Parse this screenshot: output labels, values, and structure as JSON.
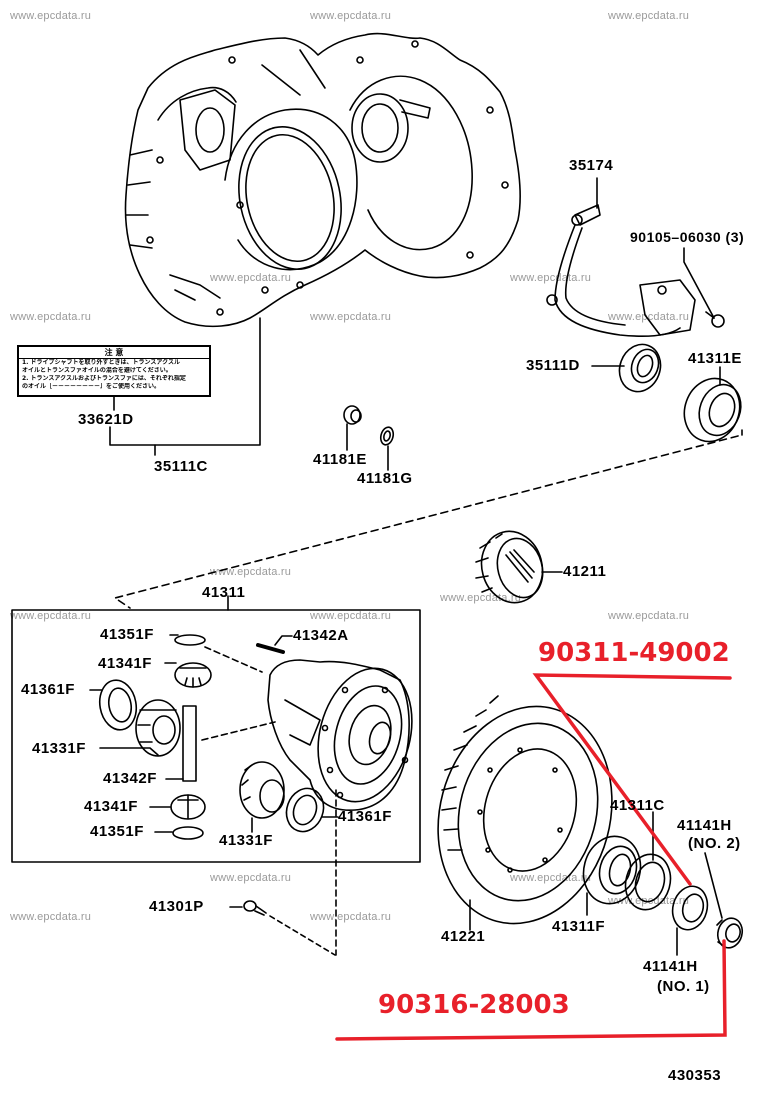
{
  "watermark": "www.epcdata.ru",
  "diagram_id": "430353",
  "colors": {
    "annotation": "#e8202a",
    "line": "#000000",
    "watermark": "#9a9a9a"
  },
  "caution_label": {
    "title": "注 意",
    "lines": [
      "1. ドライブシャフトを取り外すときは、トランスアクスル",
      "   オイルとトランスファオイルの混合を避けてください。",
      "2. トランスアクスルおよびトランスファには、それぞれ指定",
      "   のオイル［－－－－－－－－］をご使用ください。"
    ]
  },
  "part_labels": {
    "p35174": "35174",
    "p90105": "90105–06030 (3)",
    "p35111D": "35111D",
    "p41311E": "41311E",
    "p33621D": "33621D",
    "p35111C": "35111C",
    "p41181E": "41181E",
    "p41181G": "41181G",
    "p41211": "41211",
    "p41311": "41311",
    "p41351F_a": "41351F",
    "p41342A": "41342A",
    "p41341F_a": "41341F",
    "p41361F_a": "41361F",
    "p41331F_a": "41331F",
    "p41342F": "41342F",
    "p41341F_b": "41341F",
    "p41351F_b": "41351F",
    "p41331F_b": "41331F",
    "p41361F_b": "41361F",
    "p41301P": "41301P",
    "p41221": "41221",
    "p41311F": "41311F",
    "p41311C": "41311C",
    "p41141H_2": "41141H",
    "p41141H_2_note": "(NO. 2)",
    "p41141H_1": "41141H",
    "p41141H_1_note": "(NO. 1)"
  },
  "annotations": {
    "top": "90311-49002",
    "bottom": "90316-28003"
  }
}
